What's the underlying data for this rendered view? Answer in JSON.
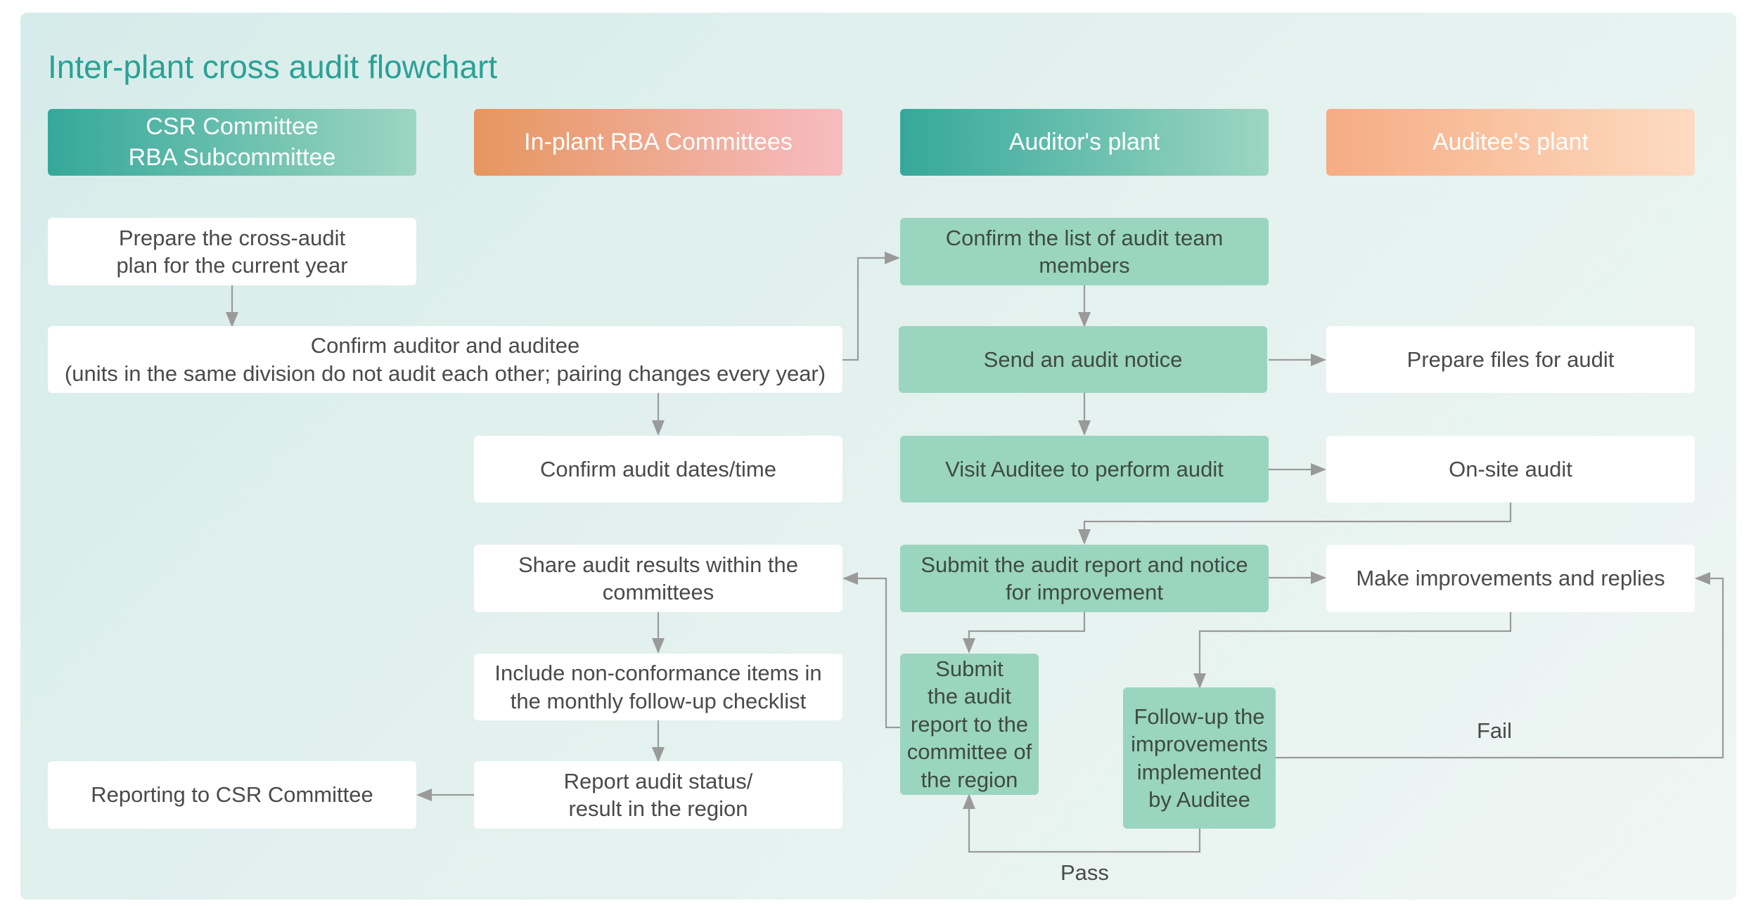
{
  "title": "Inter-plant cross audit flowchart",
  "lanes": {
    "csr": "CSR Committee\nRBA Subcommittee",
    "inplant": "In-plant RBA Committees",
    "auditor": "Auditor's plant",
    "auditee": "Auditee's plant"
  },
  "steps": {
    "prepare_plan": "Prepare the cross-audit\nplan for the current year",
    "confirm_pair": "Confirm auditor and auditee\n(units in the same division do not audit each other; pairing changes every year)",
    "confirm_dates": "Confirm audit dates/time",
    "share_results": "Share audit results within the\ncommittees",
    "include_nc": "Include non-conformance items in\nthe monthly follow-up checklist",
    "report_status": "Report audit status/\nresult in the region",
    "reporting_csr": "Reporting to CSR Committee",
    "confirm_team": "Confirm the list of audit team\nmembers",
    "send_notice": "Send an audit notice",
    "visit_auditee": "Visit Auditee to perform audit",
    "submit_report": "Submit the audit report and notice\nfor improvement",
    "submit_region": "Submit\nthe audit\nreport to the\ncommittee of\nthe region",
    "follow_up": "Follow-up the\nimprovements\nimplemented\nby Auditee",
    "prepare_files": "Prepare files for audit",
    "onsite": "On-site audit",
    "improvements": "Make improvements and replies"
  },
  "labels": {
    "fail": "Fail",
    "pass": "Pass"
  },
  "colors": {
    "title": "#2aa196",
    "action_box": "#9ad5bf",
    "connector": "#9a9a9a",
    "background": "#e3f1ee"
  }
}
